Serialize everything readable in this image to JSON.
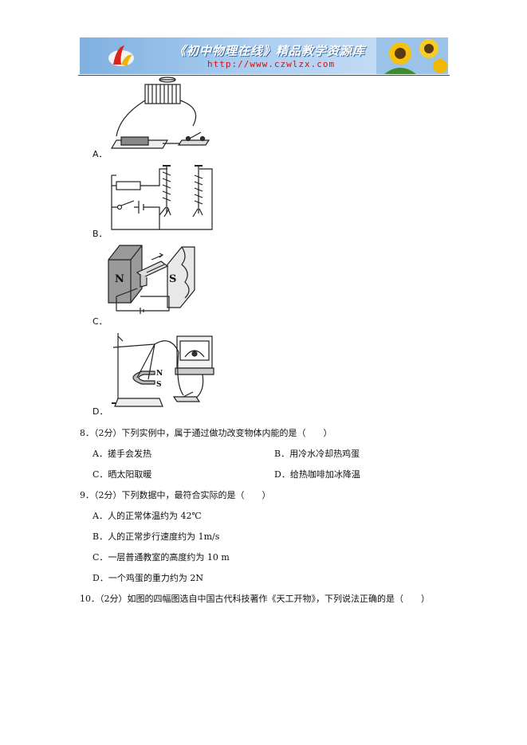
{
  "banner": {
    "title": "《初中物理在线》精品教学资源库",
    "url": "http://www.czwlzx.com"
  },
  "figures": {
    "a": {
      "letter": "A．"
    },
    "b": {
      "letter": "B．"
    },
    "c": {
      "letter": "C．",
      "magnet_n": "N",
      "magnet_s": "S"
    },
    "d": {
      "letter": "D．",
      "magnet_n": "N",
      "magnet_s": "S"
    }
  },
  "q8": {
    "stem": "8．（2分）下列实例中，属于通过做功改变物体内能的是（　　）",
    "options": [
      "A．搓手会发热",
      "B．用冷水冷却热鸡蛋",
      "C．晒太阳取暖",
      "D．给热咖啡加冰降温"
    ]
  },
  "q9": {
    "stem": "9．（2分）下列数据中，最符合实际的是（　　）",
    "options": [
      "A．人的正常体温约为 42℃",
      "B．人的正常步行速度约为 1m/s",
      "C．一层普通教室的高度约为 10 m",
      "D．一个鸡蛋的重力约为 2N"
    ]
  },
  "q10": {
    "stem": "10．（2分）如图的四幅图选自中国古代科技著作《天工开物》，下列说法正确的是（　　）"
  }
}
